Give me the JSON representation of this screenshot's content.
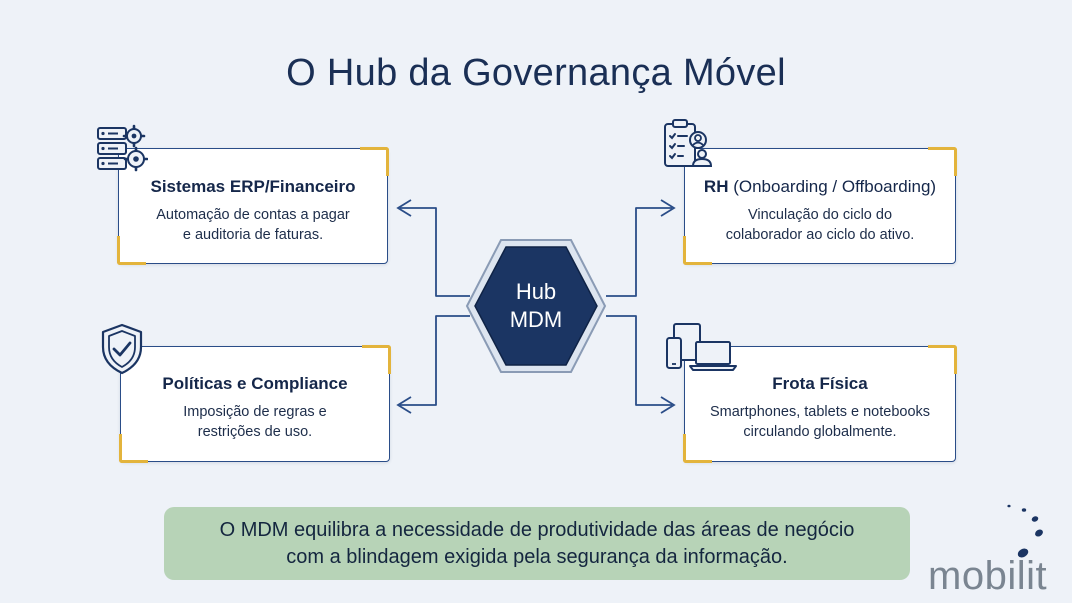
{
  "title": "O Hub da Governança Móvel",
  "hub": {
    "line1": "Hub",
    "line2": "MDM"
  },
  "cards": {
    "erp": {
      "title": "Sistemas ERP/Financeiro",
      "desc1": "Automação de contas a pagar",
      "desc2": "e auditoria de faturas.",
      "icon": "server-gears-icon"
    },
    "rh": {
      "title_bold": "RH",
      "title_rest": " (Onboarding / Offboarding)",
      "desc1": "Vinculação do ciclo do",
      "desc2": "colaborador ao ciclo do ativo.",
      "icon": "clipboard-people-icon"
    },
    "policies": {
      "title": "Políticas e Compliance",
      "desc1": "Imposição de regras e",
      "desc2": "restrições de uso.",
      "icon": "shield-check-icon"
    },
    "fleet": {
      "title": "Frota Física",
      "desc1": "Smartphones, tablets e notebooks",
      "desc2": "circulando globalmente.",
      "icon": "devices-icon"
    }
  },
  "banner": {
    "line1": "O MDM equilibra a necessidade de produtividade das áreas de negócio",
    "line2": "com a blindagem exigida pela segurança da informação."
  },
  "logo": {
    "text": "mobilit"
  },
  "colors": {
    "navy": "#1b3563",
    "gold": "#e3b43c",
    "banner": "#b7d3b7",
    "line": "#2a4d88"
  }
}
